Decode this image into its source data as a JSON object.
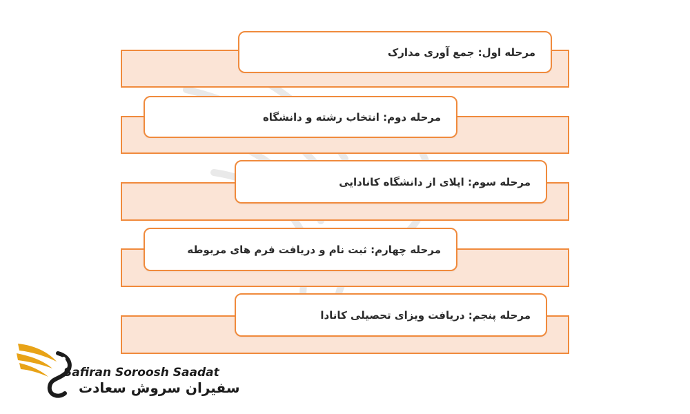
{
  "steps": [
    {
      "label": "مرحله اول: جمع آوری مدارک"
    },
    {
      "label": "مرحله دوم: انتخاب رشته و دانشگاه"
    },
    {
      "label": "مرحله سوم: اپلای از دانشگاه کانادایی"
    },
    {
      "label": "مرحله چهارم: ثبت نام و دریافت فرم های مربوطه"
    },
    {
      "label": "مرحله پنجم: دریافت ویزای تحصیلی کانادا"
    }
  ],
  "logo": {
    "latin": "Safiran Soroosh Saadat",
    "persian": "سفیران سروش سعادت"
  },
  "colors": {
    "accent": "#f08a3c",
    "band_fill": "#fbe4d6",
    "logo_gold": "#e8a317"
  }
}
